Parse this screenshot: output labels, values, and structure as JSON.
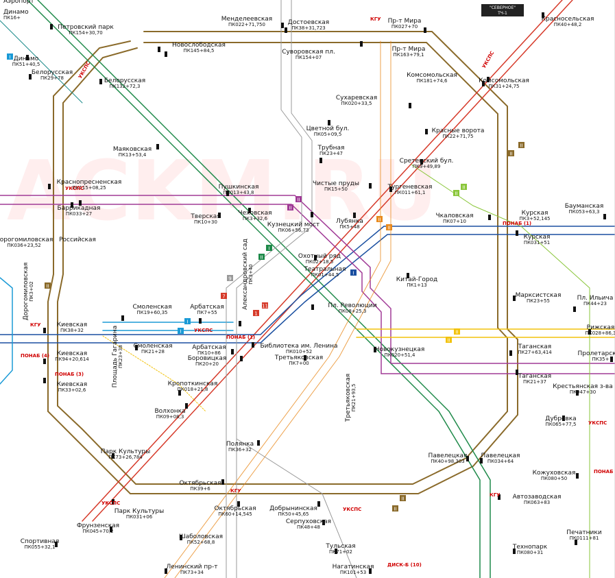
{
  "header_box": {
    "line1": "\"СЕВЕРНОЕ\"",
    "line2": "ТЧ-1"
  },
  "colors": {
    "ring": "#8a6a2a",
    "red": "#d63a2a",
    "green": "#1f8a4a",
    "blue": "#1a4fa0",
    "lightblue": "#1a9ad6",
    "orange": "#e88a1e",
    "violet": "#a03a96",
    "yellow": "#f2c20a",
    "grey": "#999999",
    "lime": "#8ac63a",
    "teal": "#1a8a8a",
    "cyan": "#20b0d8",
    "marker_text": "#ffffff",
    "alert": "#d00000"
  },
  "stations": [
    {
      "name": "Менделеевская",
      "pk": "ПК022+71,750"
    },
    {
      "name": "Достоевская",
      "pk": "ПК38+31,723"
    },
    {
      "name": "Пр-т Мира",
      "pk": "ПК027+70"
    },
    {
      "name": "Красносельская",
      "pk": "ПК40+48,2"
    },
    {
      "name": "Петровский парк",
      "pk": "ПК154+30,70"
    },
    {
      "name": "Новослободская",
      "pk": "ПК145+84,5"
    },
    {
      "name": "Суворовская пл.",
      "pk": "ПК154+07"
    },
    {
      "name": "Пр-т Мира",
      "pk": "ПК163+79,1"
    },
    {
      "name": "Динамо",
      "pk": "ПК51+40,5"
    },
    {
      "name": "Белорусская",
      "pk": "ПК29+78"
    },
    {
      "name": "Белорусская",
      "pk": "ПК132+72,3"
    },
    {
      "name": "Комсомольская",
      "pk": "ПК181+74,6"
    },
    {
      "name": "Комсомольская",
      "pk": "ПК31+24,75"
    },
    {
      "name": "Сухаревская",
      "pk": "ПК020+33,5"
    },
    {
      "name": "Цветной бул.",
      "pk": "ПК05+09,5"
    },
    {
      "name": "Красные ворота",
      "pk": "ПК22+71,75"
    },
    {
      "name": "Маяковская",
      "pk": "ПК13+53,4"
    },
    {
      "name": "Трубная",
      "pk": "ПК23+47"
    },
    {
      "name": "Сретенский бул.",
      "pk": "ПК9+49,89"
    },
    {
      "name": "Красно­пресненская",
      "pk": "ПК115+08,25"
    },
    {
      "name": "Пушкинская",
      "pk": "ПК013+43,8"
    },
    {
      "name": "Чистые пруды",
      "pk": "ПК15+50"
    },
    {
      "name": "Тургеневская",
      "pk": "ПК011+61,1"
    },
    {
      "name": "Баррикадная",
      "pk": "ПК033+27"
    },
    {
      "name": "Чеховская",
      "pk": "ПК3+32,6"
    },
    {
      "name": "Кузнецкий мост",
      "pk": "ПК06+56,73"
    },
    {
      "name": "Тверская",
      "pk": "ПК10+30"
    },
    {
      "name": "Лубянка",
      "pk": "ПК5+48"
    },
    {
      "name": "Чкаловская",
      "pk": "ПК07+10"
    },
    {
      "name": "Курская",
      "pk": "ПК3+52,145"
    },
    {
      "name": "Бауманская",
      "pk": "ПК053+63,3"
    },
    {
      "name": "Курская",
      "pk": "ПК031+51"
    },
    {
      "name": "Смоленская",
      "pk": "ПК19+60,35"
    },
    {
      "name": "Арбатская",
      "pk": "ПК7+55"
    },
    {
      "name": "Охотный ряд",
      "pk": "ПК02+18,5"
    },
    {
      "name": "Театральная",
      "pk": "ПК01+44,5"
    },
    {
      "name": "Китай-Город",
      "pk": "ПК1+13"
    },
    {
      "name": "Пл. Революции",
      "pk": "ПК08+25,3"
    },
    {
      "name": "Марксистская",
      "pk": "ПК23+55"
    },
    {
      "name": "Пл. Ильича",
      "pk": "ПК44+23"
    },
    {
      "name": "Киевская",
      "pk": "ПК38+32"
    },
    {
      "name": "Смоленская",
      "pk": "ПК21+28"
    },
    {
      "name": "Библиотека им. Ленина",
      "pk": "ПК010+52"
    },
    {
      "name": "Новокузнецкая",
      "pk": "ПК020+51,4"
    },
    {
      "name": "Рижская",
      "pk": "ПК028+86,3"
    },
    {
      "name": "Киевская",
      "pk": "ПК94+20,614"
    },
    {
      "name": "Арбатская",
      "pk": "ПК10+86"
    },
    {
      "name": "Боровицкая",
      "pk": "ПК20+20"
    },
    {
      "name": "Третьяковская",
      "pk": "ПК7+00"
    },
    {
      "name": "Таганская",
      "pk": "ПК27+63,414"
    },
    {
      "name": "Пролетарская",
      "pk": "ПК35+"
    },
    {
      "name": "Киевская",
      "pk": "ПК33+02,6"
    },
    {
      "name": "Таганская",
      "pk": "ПК21+37"
    },
    {
      "name": "Кропоткинская",
      "pk": "ПК018+21,8"
    },
    {
      "name": "Крестьянская з-ва",
      "pk": "ПК047+30"
    },
    {
      "name": "Волхонка",
      "pk": "ПК09+08,3"
    },
    {
      "name": "Дубровка",
      "pk": "ПК065+77,5"
    },
    {
      "name": "Полянка",
      "pk": "ПК36+32"
    },
    {
      "name": "Парк Культуры",
      "pk": "ПК73+26,784"
    },
    {
      "name": "Павелецкая",
      "pk": "ПК40+98,303"
    },
    {
      "name": "Павелецкая",
      "pk": "ПК034+64"
    },
    {
      "name": "Октябрьская",
      "pk": "ПК39+6"
    },
    {
      "name": "Кожуховская",
      "pk": "ПК080+50"
    },
    {
      "name": "Парк Культуры",
      "pk": "ПК031+06"
    },
    {
      "name": "Октябрьская",
      "pk": "ПК60+14,545"
    },
    {
      "name": "Добрынинская",
      "pk": "ПК50+45,65"
    },
    {
      "name": "Автозаводская",
      "pk": "ПК063+83"
    },
    {
      "name": "Фрунзенская",
      "pk": "ПК045+70,2"
    },
    {
      "name": "Серпуховская",
      "pk": "ПК48+48"
    },
    {
      "name": "Спортивная",
      "pk": "ПК055+32,1"
    },
    {
      "name": "Шаболовская",
      "pk": "ПК52+68,8"
    },
    {
      "name": "Печатники",
      "pk": "ПК0111+81"
    },
    {
      "name": "Тульская",
      "pk": "ПК71+02"
    },
    {
      "name": "Технопарк",
      "pk": "ПК080+31"
    },
    {
      "name": "Ленинский пр-т",
      "pk": "ПК73+34"
    },
    {
      "name": "Нагатинская",
      "pk": "ПК101+53"
    },
    {
      "name": "Дорогомиловская",
      "pk": "ПК036+23,52"
    },
    {
      "name": "Российская",
      "pk": ""
    },
    {
      "name": "Дорогомиловская",
      "pk": "ПК3+02"
    },
    {
      "name": "Площадь Гагарина",
      "pk": "ПК23+38"
    },
    {
      "name": "Александровский сад",
      "pk": "ПК3+40"
    },
    {
      "name": "Третьяковская",
      "pk": "ПК21+93,5"
    },
    {
      "name": "Динамо",
      "pk": "ПК16+"
    },
    {
      "name": "Аэропорт",
      "pk": ""
    }
  ],
  "tags": [
    "УКСПС",
    "УКСПС",
    "УКСПС",
    "УКСПС",
    "УКСПС",
    "УКСПС",
    "УКСПС",
    "КГУ",
    "КГУ",
    "КГУ",
    "КГУ",
    "ПОНАБ (1)",
    "ПОНАБ (1)",
    "ПОНАБ (1)",
    "ПОНАБ (3)",
    "ПОНАБ (4)",
    "ДИСК-Б (10)"
  ],
  "markers": [
    "I",
    "I",
    "I",
    "I",
    "II",
    "II",
    "II",
    "II",
    "II",
    "II",
    "II",
    "II",
    "II",
    "II",
    "II",
    "II",
    "II",
    "II",
    "7",
    "9",
    "11",
    "1",
    "I"
  ]
}
